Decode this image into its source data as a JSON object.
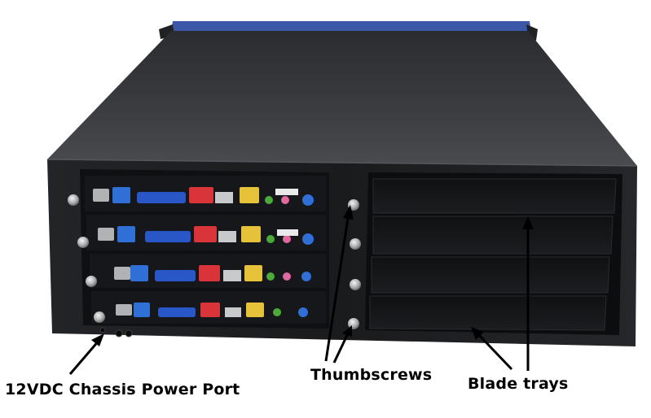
{
  "callouts": {
    "power_port": "12VDC Chassis Power Port",
    "thumbscrews": "Thumbscrews",
    "blade_trays": "Blade trays"
  },
  "colors": {
    "chassis": "#1e1f22",
    "chassis_top": "#3a3b3e",
    "blue_panel": "#3d57a8",
    "usb_blue": "#2f6fd6",
    "vga_blue": "#2a57c8",
    "usb_red": "#d8343a",
    "audio_green": "#4caa3a",
    "audio_pink": "#e06aa0",
    "audio_yellow": "#e6c23a"
  },
  "scene": {
    "blade_count": 4,
    "empty_tray_count": 4,
    "thumbscrew_count": 8
  }
}
